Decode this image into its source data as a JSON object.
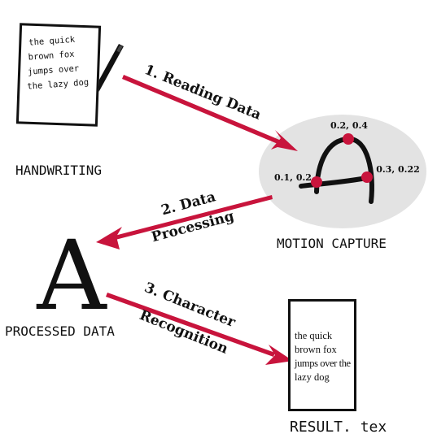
{
  "handwriting": {
    "lines": [
      "the quick",
      "brown fox",
      "jumps over",
      "the lazy dog"
    ],
    "label": "HANDWRITING"
  },
  "motion_capture": {
    "label": "MOTION CAPTURE",
    "points": [
      "0.2, 0.4",
      "0.1, 0.2",
      "0.3, 0.22"
    ]
  },
  "processed": {
    "glyph": "A",
    "label": "PROCESSED DATA"
  },
  "result": {
    "lines": [
      "the quick",
      "brown fox",
      "jumps over the",
      "lazy dog"
    ],
    "label": "RESULT. tex"
  },
  "steps": {
    "step1": "1. Reading Data",
    "step2_line1": "2. Data",
    "step2_line2": "Processing",
    "step3_line1": "3. Character",
    "step3_line2": "Recognition"
  },
  "colors": {
    "arrow": "#c8143c",
    "marker": "#c8143c",
    "ellipse": "#e3e3e3",
    "ink": "#111111"
  }
}
